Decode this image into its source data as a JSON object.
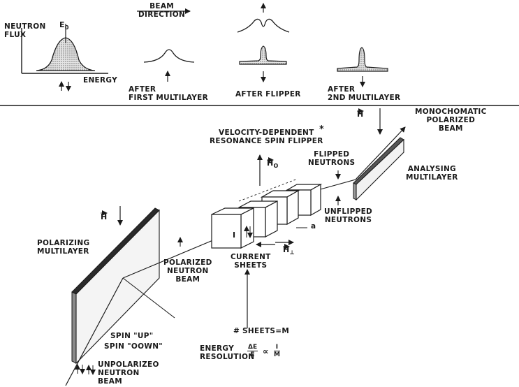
{
  "top_panel": {
    "neutron_flux_label": "NEUTRON\nFLUX",
    "e0_label": "E",
    "e0_sub": "0",
    "energy_label": "ENERGY",
    "beam_direction_label": "BEAM\nDIRECTION",
    "after_first_label": "AFTER\nFIRST MULTILAYER",
    "after_flipper_label": "AFTER FLIPPER",
    "after_second_label": "AFTER\n2ND MULTILAYER"
  },
  "main_panel": {
    "h_field_label": "H",
    "monochromatic_label": "MONOCHOMATIC\nPOLARIZED\nBEAM",
    "velocity_flipper_label": "VELOCITY-DEPENDENT\nRESONANCE SPIN FLIPPER",
    "asterisk": "*",
    "h0_label": "H",
    "h0_sub": "O",
    "flipped_label": "FLIPPED\nNEUTRONS",
    "analysing_label": "ANALYSING\nMULTILAYER",
    "h_left_label": "H",
    "polarizing_label": "POLARIZING\nMULTILAYER",
    "unflipped_label": "UNFLIPPED\nNEUTRONS",
    "a_label": "a",
    "current_i_label": "I",
    "h_perp_label": "H",
    "h_perp_sub": "⊥",
    "polarized_beam_label": "POLARIZED\nNEUTRON\nBEAM",
    "current_sheets_label": "CURRENT\nSHEETS",
    "sheets_label": "# SHEETS=M",
    "energy_resolution_label": "ENERGY\nRESOLUTION",
    "de_label": "ΔE",
    "e_label": "E",
    "proportional": "∝",
    "one_label": "I",
    "m_label": "M",
    "spin_up_label": "SPIN \"UP\"",
    "spin_down_label": "SPIN \"OOWN\"",
    "unpolarized_label": "UNPOLARIZEO\nNEUTRON\nBEAM"
  }
}
